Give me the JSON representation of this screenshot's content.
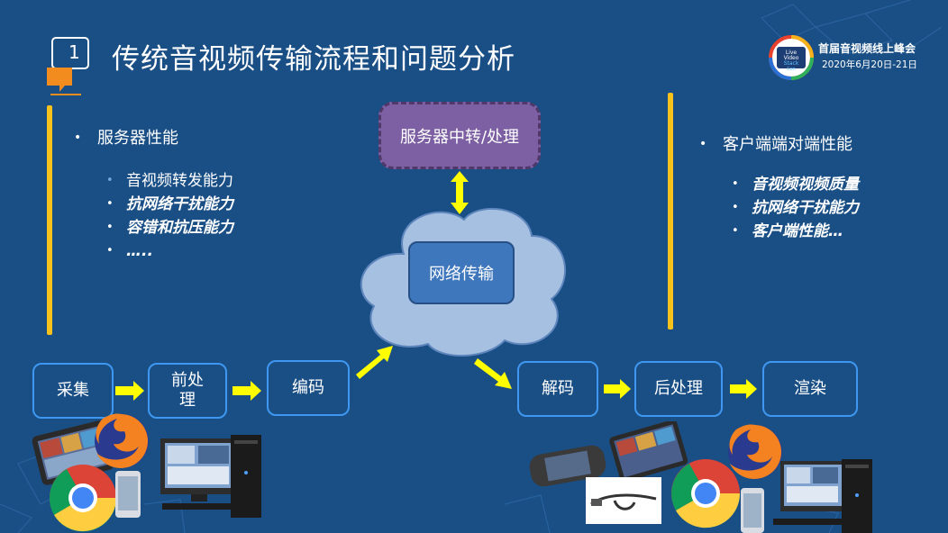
{
  "slide": {
    "number": "1",
    "title": "传统音视频传输流程和问题分析"
  },
  "logo": {
    "badge_line1": "Live",
    "badge_line2": "Video",
    "badge_line3": "Stack",
    "badge_line4": "Con",
    "title": "首届音视频线上峰会",
    "date": "2020年6月20日-21日"
  },
  "left_panel": {
    "heading": "服务器性能",
    "items": [
      "音视频转发能力",
      "抗网络干扰能力",
      "容错和抗压能力",
      "….."
    ]
  },
  "right_panel": {
    "heading": "客户端端对端性能",
    "items": [
      "音视频视频质量",
      "抗网络干扰能力",
      "客户端性能…"
    ]
  },
  "center": {
    "server_label": "服务器中转/处理",
    "network_label": "网络传输"
  },
  "flow": {
    "capture": "采集",
    "preprocess": "前处\n理",
    "encode": "编码",
    "decode": "解码",
    "postprocess": "后处理",
    "render": "渲染"
  },
  "colors": {
    "background": "#1a4f86",
    "accent_yellow": "#f7c21b",
    "box_border": "#3e97f0",
    "server_fill": "#7d5fa3",
    "cloud_fill": "#a6c0e2",
    "arrow": "#ffff00"
  }
}
